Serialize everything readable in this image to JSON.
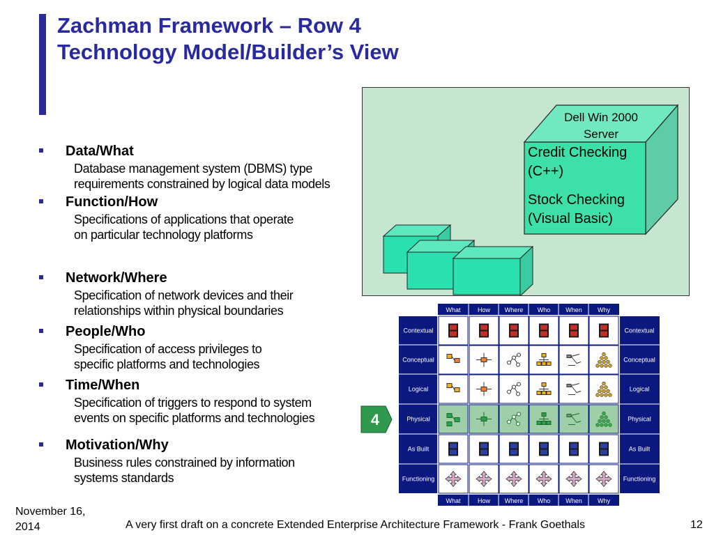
{
  "title": {
    "line1": "Zachman Framework – Row 4",
    "line2": "Technology Model/Builder’s View"
  },
  "bullets": [
    {
      "head": "Data/What",
      "desc": [
        "Database management system (DBMS) type",
        "requirements constrained by logical data models"
      ]
    },
    {
      "head": "Function/How",
      "desc": [
        "Specifications of applications that operate",
        "on particular technology platforms"
      ]
    },
    {
      "head": "Network/Where",
      "desc": [
        "Specification of network devices and their",
        "relationships within physical boundaries"
      ]
    },
    {
      "head": "People/Who",
      "desc": [
        "Specification of access privileges to",
        "specific platforms and technologies"
      ]
    },
    {
      "head": "Time/When",
      "desc": [
        "Specification of triggers to respond to system",
        "events on specific platforms and technologies"
      ]
    },
    {
      "head": "Motivation/Why",
      "desc": [
        "Business rules constrained by information",
        "systems standards"
      ]
    }
  ],
  "diagram": {
    "server_label": [
      "Dell Win 2000",
      "Server"
    ],
    "apps": [
      [
        "Credit Checking",
        "(C++)"
      ],
      [
        "Stock Checking",
        "(Visual Basic)"
      ]
    ],
    "colors": {
      "panel": "#c6e6d0",
      "front": "#3de0a8",
      "side": "#5fcca8",
      "top": "#70e8c0",
      "small": "#2ae0b0"
    }
  },
  "grid": {
    "columns": [
      "What",
      "How",
      "Where",
      "Who",
      "When",
      "Why"
    ],
    "rows": [
      "Contextual",
      "Conceptual",
      "Logical",
      "Physical",
      "As Built",
      "Functioning"
    ],
    "highlight_row": "Physical",
    "row_icons": [
      "book-icon",
      "process-flow-icon",
      "network-icon",
      "org-chart-icon",
      "event-chart-icon",
      "pyramid-icon"
    ],
    "colors": {
      "header": "#0a1880",
      "cell": "#ffffff",
      "highlight": "#9ecfa8"
    }
  },
  "badge": {
    "label": "4",
    "color": "#2f9a4e"
  },
  "footer": {
    "date": [
      "November 16,",
      "2014"
    ],
    "text": "A very first draft on a concrete Extended Enterprise Architecture Framework - Frank Goethals",
    "page": "12"
  }
}
